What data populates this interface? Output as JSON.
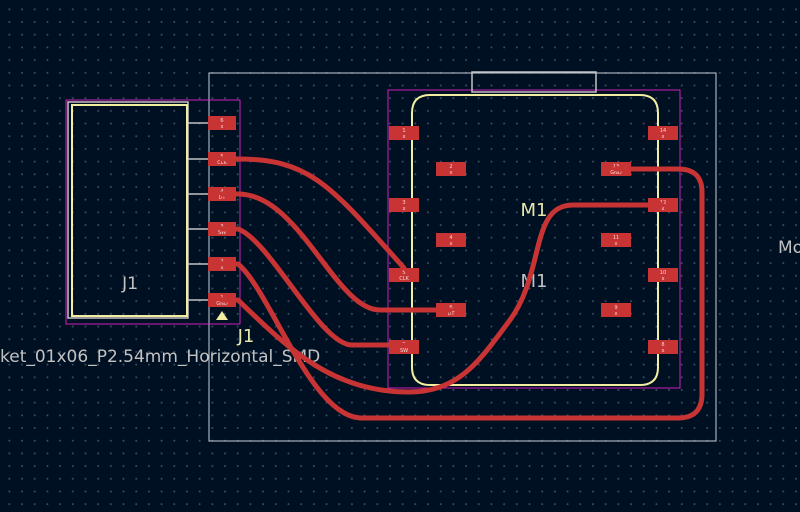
{
  "board": {
    "colors": {
      "background": "#001023",
      "copper": "#c83434",
      "silkscreen": "#f2eda1",
      "courtyard": "#ff26e2",
      "edge_cuts": "#c7d0d9",
      "fab": "#c2c2c2"
    },
    "j1": {
      "reference": "J1",
      "silk_reference": "J1",
      "footprint_value": "ket_01x06_P2.54mm_Horizontal_SMD",
      "pads": [
        {
          "number": "6",
          "net": "x"
        },
        {
          "number": "5",
          "net": "CLK"
        },
        {
          "number": "4",
          "net": "DT"
        },
        {
          "number": "3",
          "net": "SW"
        },
        {
          "number": "2",
          "net": "x"
        },
        {
          "number": "1",
          "net": "GND"
        }
      ]
    },
    "m1": {
      "reference": "M1",
      "value": "M1",
      "pads": [
        {
          "number": "1",
          "net": "x"
        },
        {
          "number": "2",
          "net": "x"
        },
        {
          "number": "3",
          "net": "x"
        },
        {
          "number": "4",
          "net": "x"
        },
        {
          "number": "5",
          "net": "CLK"
        },
        {
          "number": "6",
          "net": "DT"
        },
        {
          "number": "7",
          "net": "SW"
        },
        {
          "number": "8",
          "net": "x"
        },
        {
          "number": "9",
          "net": "x"
        },
        {
          "number": "10",
          "net": "x"
        },
        {
          "number": "11",
          "net": "x"
        },
        {
          "number": "12",
          "net": "x"
        },
        {
          "number": "13",
          "net": "GND"
        },
        {
          "number": "14",
          "net": "x"
        }
      ]
    },
    "offscreen_label": "Mo"
  }
}
